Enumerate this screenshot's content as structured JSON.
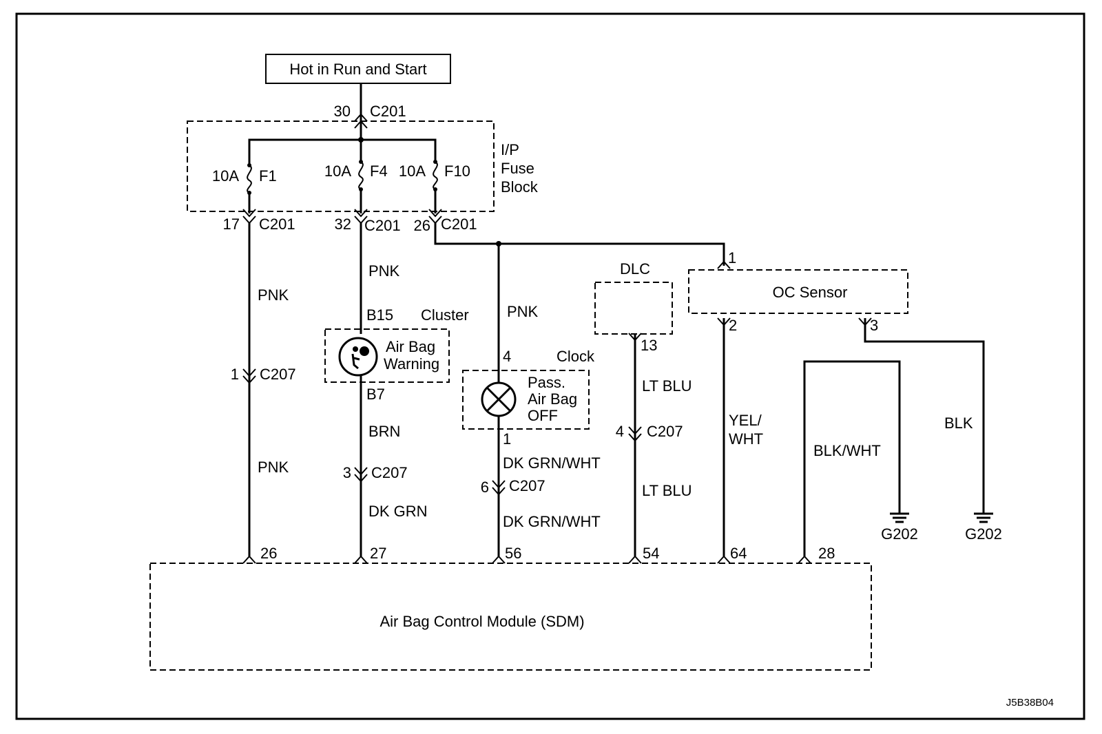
{
  "power_source": "Hot in Run and Start",
  "fuse_block": {
    "line1": "I/P",
    "line2": "Fuse",
    "line3": "Block"
  },
  "connectors": {
    "top": {
      "pin": "30",
      "name": "C201"
    },
    "f1_out": {
      "pin": "17",
      "name": "C201"
    },
    "f4_out": {
      "pin": "32",
      "name": "C201"
    },
    "f10_out": {
      "pin": "26",
      "name": "C201"
    },
    "c207_1": {
      "pin": "1",
      "name": "C207"
    },
    "c207_3": {
      "pin": "3",
      "name": "C207"
    },
    "c207_6": {
      "pin": "6",
      "name": "C207"
    },
    "c207_4": {
      "pin": "4",
      "name": "C207"
    }
  },
  "fuses": [
    {
      "rating": "10A",
      "name": "F1"
    },
    {
      "rating": "10A",
      "name": "F4"
    },
    {
      "rating": "10A",
      "name": "F10"
    }
  ],
  "wires": {
    "pnk_upper": "PNK",
    "pnk_lower": "PNK",
    "pnk_cluster": "PNK",
    "brn": "BRN",
    "dk_grn": "DK GRN",
    "pnk_clock": "PNK",
    "dk_grn_wht_upper": "DK GRN/WHT",
    "dk_grn_wht_lower": "DK GRN/WHT",
    "lt_blu_upper": "LT BLU",
    "lt_blu_lower": "LT BLU",
    "yel_wht_1": "YEL/",
    "yel_wht_2": "WHT",
    "blk_wht": "BLK/WHT",
    "blk": "BLK"
  },
  "cluster": {
    "title": "Cluster",
    "pin_in": "B15",
    "pin_out": "B7",
    "label1": "Air Bag",
    "label2": "Warning"
  },
  "clock": {
    "title": "Clock",
    "pin_in": "4",
    "pin_out": "1",
    "label1": "Pass.",
    "label2": "Air Bag",
    "label3": "OFF"
  },
  "dlc": {
    "title": "DLC",
    "pin": "13"
  },
  "oc_sensor": {
    "title": "OC Sensor",
    "pin1": "1",
    "pin2": "2",
    "pin3": "3"
  },
  "grounds": [
    "G202",
    "G202"
  ],
  "sdm": {
    "title": "Air Bag Control Module (SDM)",
    "pins": [
      "26",
      "27",
      "56",
      "54",
      "64",
      "28"
    ]
  },
  "figure_code": "J5B38B04"
}
